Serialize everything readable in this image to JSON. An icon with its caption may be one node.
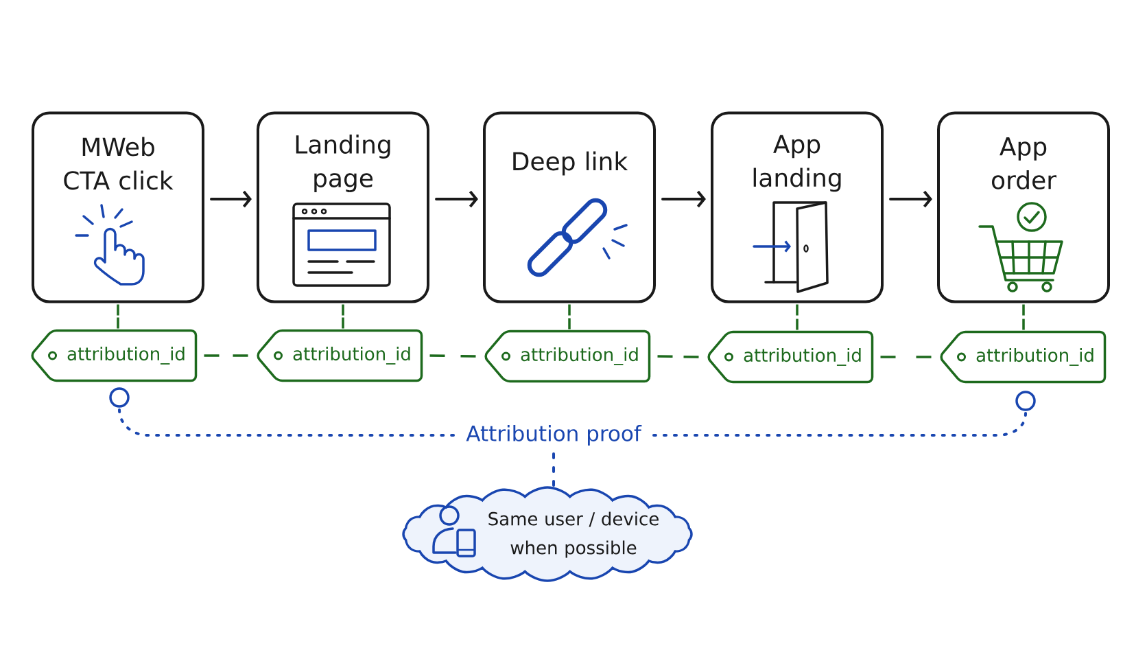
{
  "diagram": {
    "nodes": [
      {
        "text": [
          "MWeb CTA click"
        ]
      },
      {
        "text": [
          "Landing page"
        ]
      },
      {
        "text": [
          "Deep link"
        ]
      },
      {
        "text": [
          "App landing"
        ]
      },
      {
        "text": [
          "App order"
        ]
      },
      {
        "text": [
          "attribution_id"
        ]
      },
      {
        "text": [
          "attribution_id"
        ]
      },
      {
        "text": [
          "attribution_id"
        ]
      },
      {
        "text": [
          "attribution_id"
        ]
      },
      {
        "text": [
          "attribution_id"
        ]
      },
      {
        "text": [],
        "shape": "circle"
      },
      {
        "text": [],
        "shape": "circle"
      },
      {
        "text": [
          "Attribution proof"
        ]
      },
      {
        "text": [
          "Same user / device when possible"
        ]
      }
    ],
    "edges": [
      {
        "from": 0,
        "to": 1,
        "arrow": "to",
        "color": "#1a1a1a"
      },
      {
        "from": 1,
        "to": 2,
        "arrow": "to",
        "color": "#1a1a1a"
      },
      {
        "from": 2,
        "to": 3,
        "arrow": "to",
        "color": "#1a1a1a"
      },
      {
        "from": 3,
        "to": 4,
        "arrow": "to",
        "color": "#1a1a1a"
      },
      {
        "from": 0,
        "to": 5,
        "arrow": "none",
        "style": "dashed",
        "color": "#1d6a1d"
      },
      {
        "from": 1,
        "to": 6,
        "arrow": "none",
        "style": "dashed",
        "color": "#1d6a1d"
      },
      {
        "from": 2,
        "to": 7,
        "arrow": "none",
        "style": "dashed",
        "color": "#1d6a1d"
      },
      {
        "from": 3,
        "to": 8,
        "arrow": "none",
        "style": "dashed",
        "color": "#1d6a1d"
      },
      {
        "from": 4,
        "to": 9,
        "arrow": "none",
        "style": "dashed",
        "color": "#1d6a1d"
      },
      {
        "from": 5,
        "to": 6,
        "arrow": "none",
        "style": "dashed",
        "color": "#1d6a1d"
      },
      {
        "from": 6,
        "to": 7,
        "arrow": "none",
        "style": "dashed",
        "color": "#1d6a1d"
      },
      {
        "from": 7,
        "to": 8,
        "arrow": "none",
        "style": "dashed",
        "color": "#1d6a1d"
      },
      {
        "from": 8,
        "to": 9,
        "arrow": "none",
        "style": "dashed",
        "color": "#1d6a1d"
      },
      {
        "from": 10,
        "to": 12,
        "arrow": "none",
        "style": "dashed",
        "color": "#1946b0"
      },
      {
        "from": 11,
        "to": 12,
        "arrow": "none",
        "style": "dashed",
        "color": "#1946b0"
      },
      {
        "from": 12,
        "to": 13,
        "arrow": "none",
        "style": "dashed",
        "color": "#1946b0"
      }
    ]
  }
}
